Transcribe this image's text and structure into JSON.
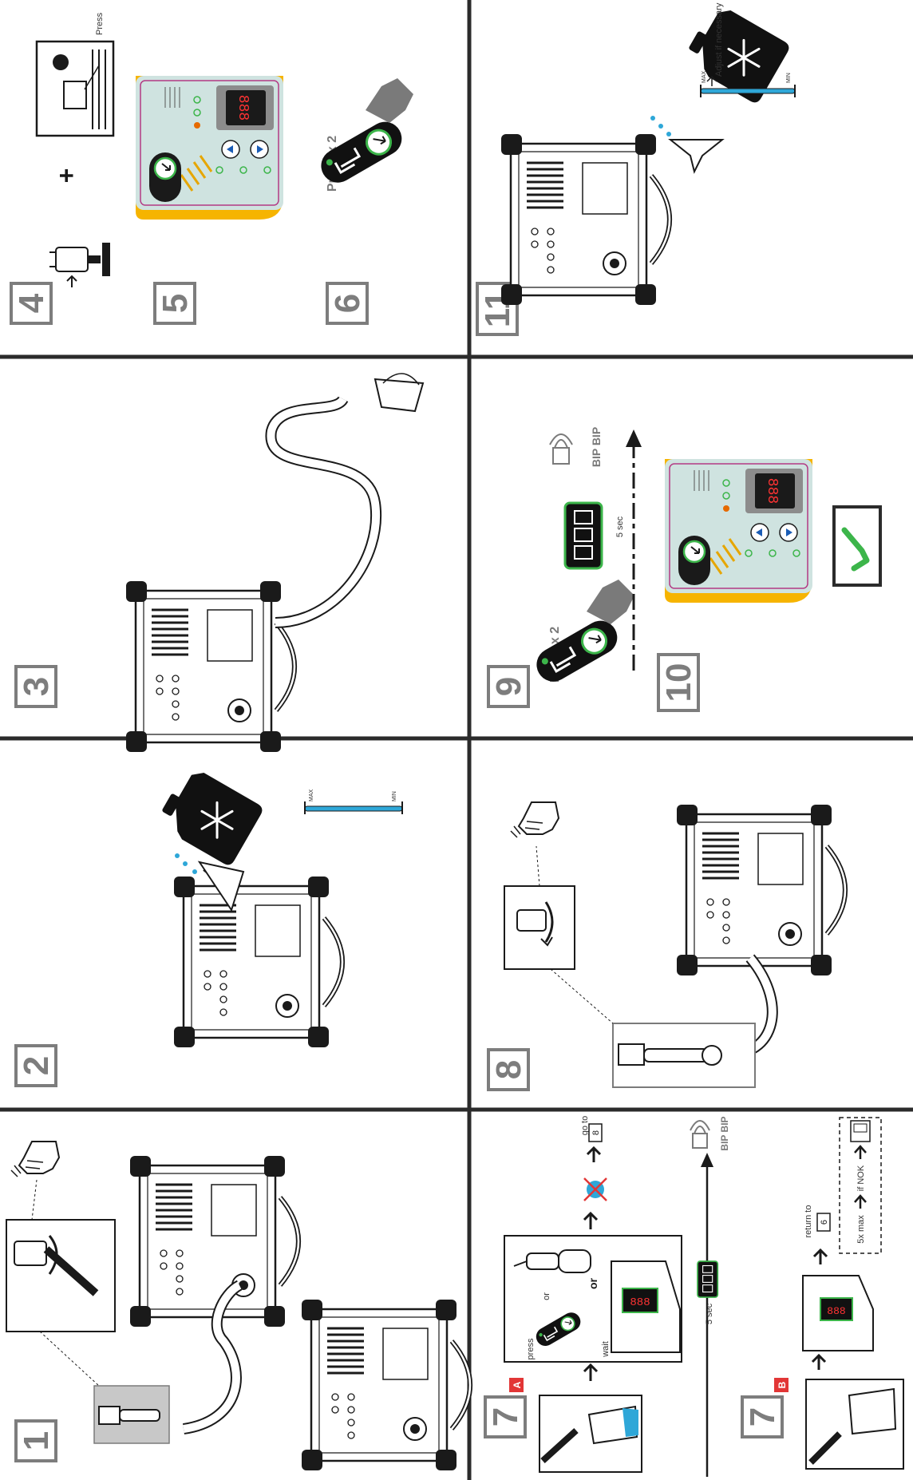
{
  "steps": {
    "s1": "1",
    "s2": "2",
    "s3": "3",
    "s4": "4",
    "s5": "5",
    "s6": "6",
    "s7a": "7",
    "s7b": "7",
    "s8": "8",
    "s9": "9",
    "s10": "10",
    "s11": "11"
  },
  "badges": {
    "a": "A",
    "b": "B"
  },
  "step4": {
    "press": "Press",
    "plus": "+"
  },
  "step6": {
    "press_x2": "Press x 2"
  },
  "step7a": {
    "press": "press",
    "or_small": "or",
    "or_big": "or",
    "wait": "wait",
    "goto": "go to",
    "goto_step": "8",
    "timer": "5 sec",
    "beep": "BIP BIP"
  },
  "step7b": {
    "return_to": "return to",
    "return_step": "6",
    "max5": "5x max",
    "if_nok": "if NOK"
  },
  "step9": {
    "press_x2": "Press x 2",
    "timer": "5 sec",
    "beep": "BIP BIP"
  },
  "level": {
    "max": "MAX",
    "min": "MIN"
  },
  "step11": {
    "adjust": "Adjust if necessary"
  },
  "display": "888",
  "colors": {
    "panel": "#cfe3e0",
    "panel_border": "#b33a84",
    "accent": "#f6b400",
    "coolant": "#2ea7d8",
    "check": "#3cb54a",
    "badge": "#e23636",
    "frame": "#2b2b2b"
  },
  "icons": [
    "snowflake-icon",
    "hand-icon",
    "plug-icon",
    "speaker-icon",
    "check-icon",
    "rotate-arrow-icon"
  ]
}
